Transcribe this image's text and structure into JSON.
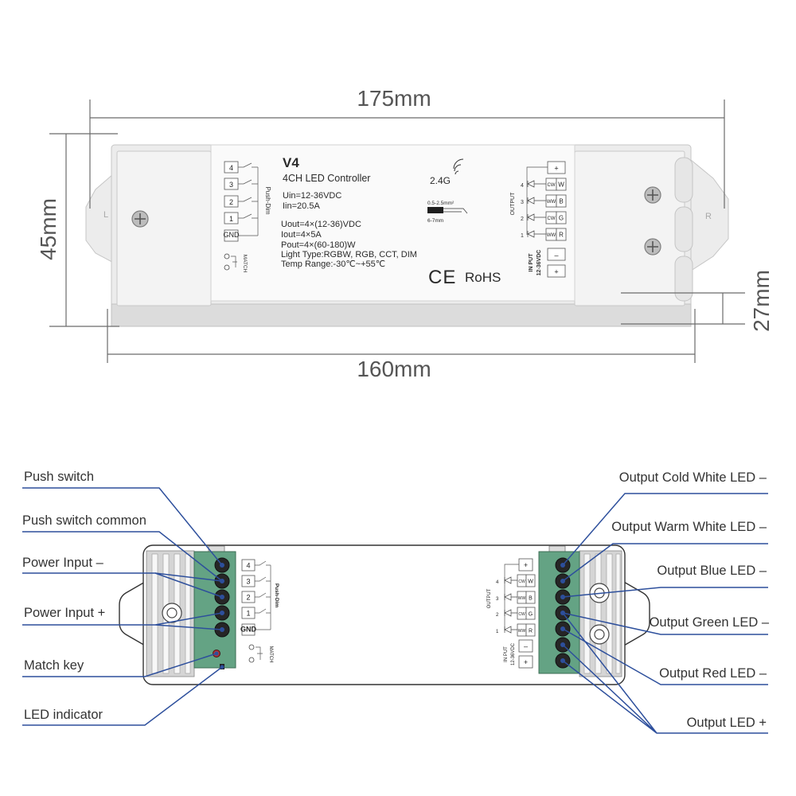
{
  "dimensions": {
    "top": "175mm",
    "left": "45mm",
    "right": "27mm",
    "bottom": "160mm"
  },
  "side_marks": {
    "left": "L",
    "right": "R"
  },
  "label": {
    "model": "V4",
    "name": "4CH LED Controller",
    "uin": "Uin=12-36VDC",
    "iin": "Iin=20.5A",
    "uout": "Uout=4×(12-36)VDC",
    "iout": "Iout=4×5A",
    "pout": "Pout=4×(60-180)W",
    "light_type": "Light Type:RGBW, RGB, CCT, DIM",
    "temp_range": "Temp Range:-30℃~+55℃",
    "rf": "2.4G",
    "wire_gauge": "0.5-2.5mm²",
    "strip_length": "6-7mm",
    "cert_ce": "CE",
    "cert_rohs": "RoHS"
  },
  "left_terminal": {
    "pins": [
      "4",
      "3",
      "2",
      "1",
      "GND"
    ],
    "push_dim": "Push-Dim",
    "match": "MATCH"
  },
  "right_terminal": {
    "output": "OUTPUT",
    "channels": [
      "4",
      "3",
      "2",
      "1"
    ],
    "led_plus": "+",
    "rows": [
      {
        "a": "CW",
        "b": "W"
      },
      {
        "a": "WW",
        "b": "B"
      },
      {
        "a": "CW",
        "b": "G"
      },
      {
        "a": "WW",
        "b": "R"
      }
    ],
    "input_minus": "–",
    "input_plus": "+",
    "input": "IN PUT",
    "input_voltage": "12-36VDC"
  },
  "callouts_left": [
    "Push switch",
    "Push switch common",
    "Power Input –",
    "Power Input +",
    "Match key",
    "LED indicator"
  ],
  "callouts_right": [
    "Output Cold White LED –",
    "Output Warm White LED –",
    "Output Blue LED –",
    "Output Green LED –",
    "Output Red LED –",
    "Output LED +"
  ],
  "colors": {
    "terminal_green": "#64a384",
    "callout_line": "#2d4f9c",
    "housing_gray": "#ececec"
  }
}
